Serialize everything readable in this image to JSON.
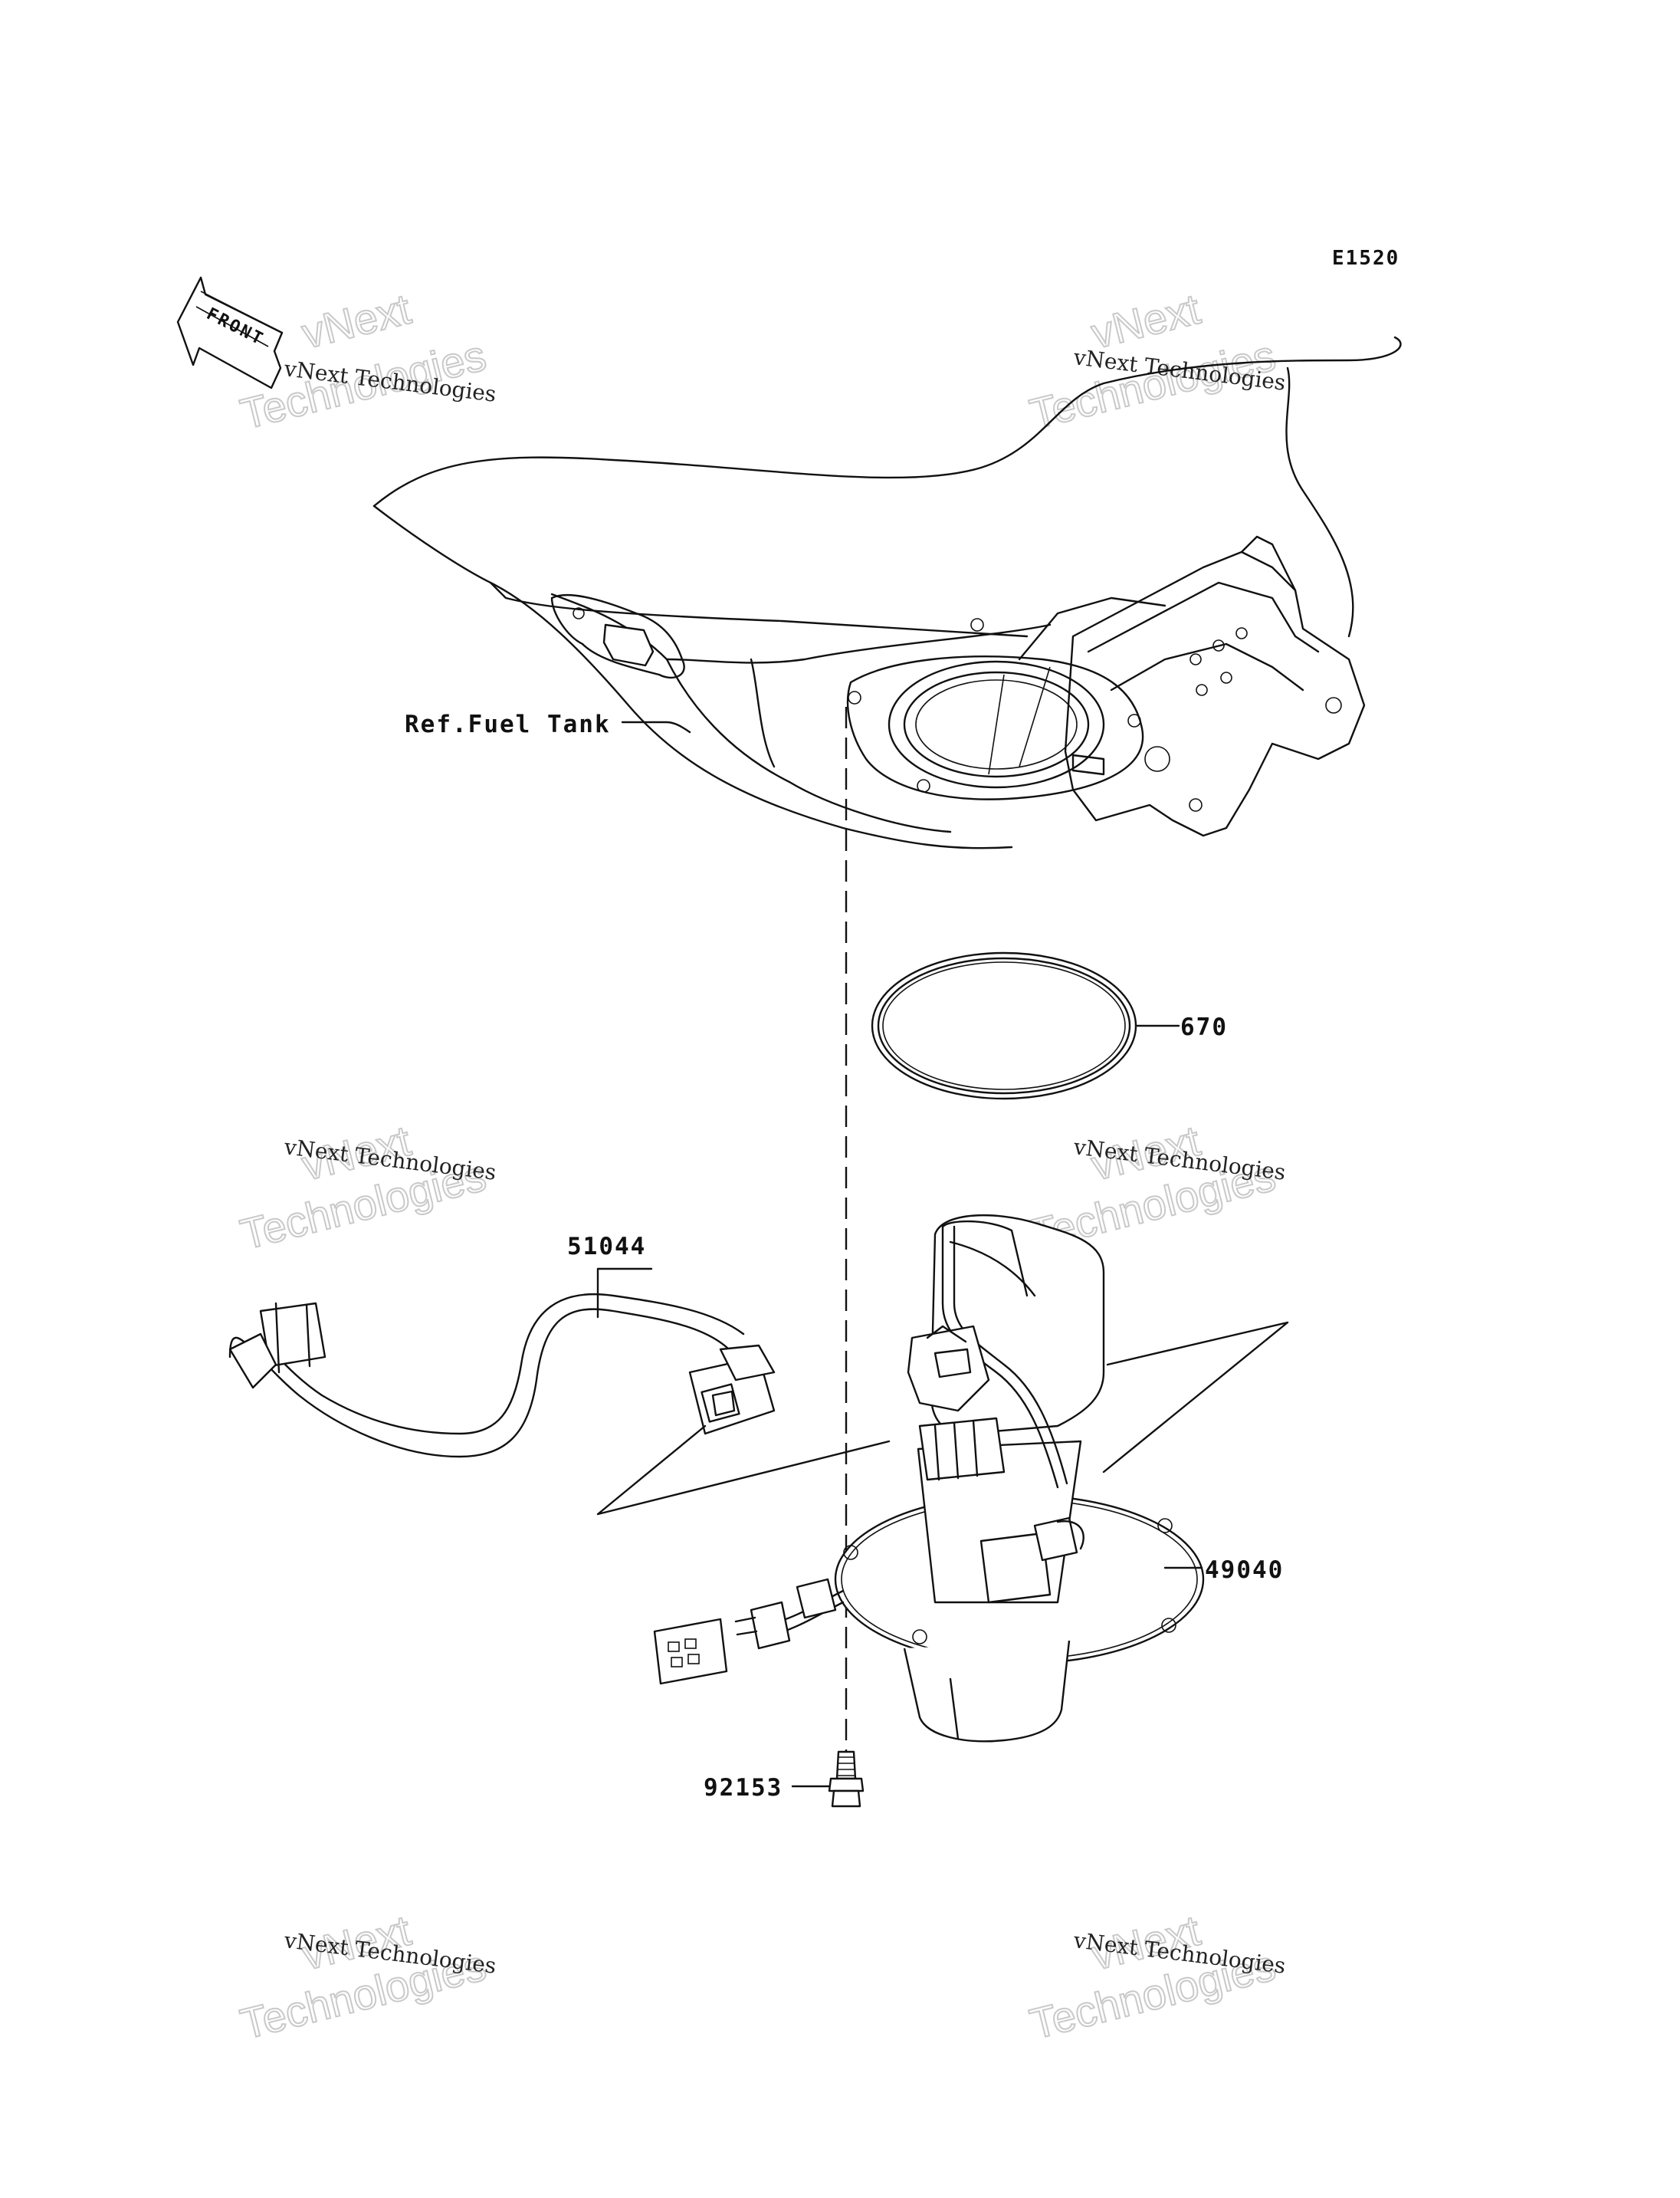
{
  "diagram": {
    "code": "E1520",
    "front_label": "FRONT",
    "parts": [
      {
        "number": "670",
        "name": "gasket-ring"
      },
      {
        "number": "51044",
        "name": "fuel-hose"
      },
      {
        "number": "49040",
        "name": "fuel-pump-assembly"
      },
      {
        "number": "92153",
        "name": "bolt"
      }
    ],
    "ref_label": "Ref.Fuel Tank"
  },
  "watermark": {
    "small_text": "vNext Technologies",
    "big_line1": "vNext",
    "big_line2": "Technologies"
  },
  "colors": {
    "line": "#111111",
    "watermark": "#c9c9c9",
    "background": "#ffffff"
  }
}
